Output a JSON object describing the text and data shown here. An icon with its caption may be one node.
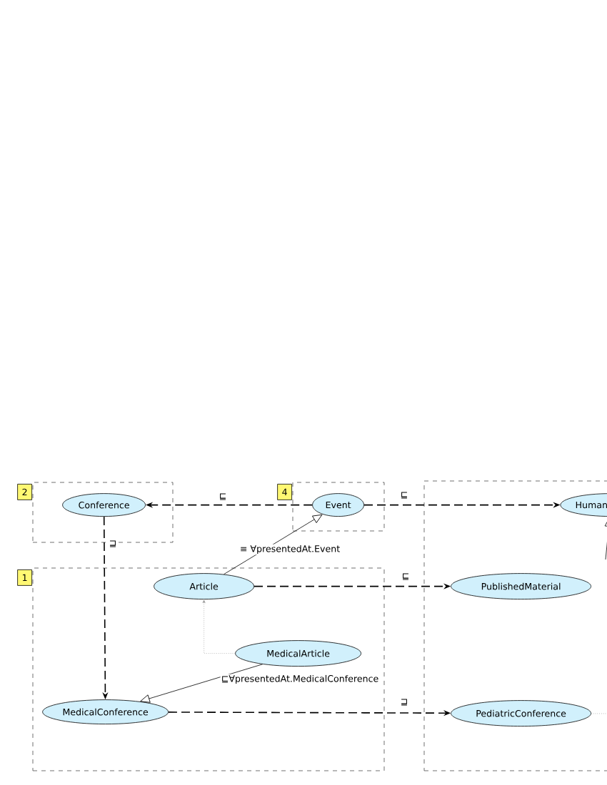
{
  "diagram": {
    "nodes": [
      {
        "text": [
          "2"
        ]
      },
      {
        "text": [
          "Conference"
        ],
        "in": 0
      },
      {
        "text": [
          "4"
        ]
      },
      {
        "text": [
          "Event"
        ],
        "in": 2
      },
      {
        "text": [
          "1"
        ]
      },
      {
        "text": [
          "Article"
        ],
        "in": 4
      },
      {
        "text": [
          "MedicalArticle"
        ],
        "in": 4
      },
      {
        "text": [
          "MedicalConference"
        ],
        "in": 4
      },
      {
        "text": [],
        "shape": "box"
      },
      {
        "text": [
          "Human"
        ],
        "in": 8
      },
      {
        "text": [
          "PublishedMaterial"
        ],
        "in": 8
      },
      {
        "text": [
          "PediatricConference"
        ],
        "in": 8
      }
    ],
    "edges": [
      {
        "from": 3,
        "to": 1,
        "arrow": "to",
        "style": "dashed",
        "label": "⊑"
      },
      {
        "from": 3,
        "to": 9,
        "arrow": "to",
        "style": "dashed",
        "label": "⊑"
      },
      {
        "from": 1,
        "to": 7,
        "arrow": "to",
        "style": "dashed",
        "label": "⊒"
      },
      {
        "from": 5,
        "to": 3,
        "arrow": "to",
        "label": "≡ ∀presentedAt.Event"
      },
      {
        "from": 5,
        "to": 10,
        "arrow": "to",
        "style": "dashed",
        "label": "⊑"
      },
      {
        "from": 6,
        "to": 5,
        "arrow": "to",
        "style": "dashed",
        "color": "#999999"
      },
      {
        "from": 6,
        "to": 7,
        "arrow": "to",
        "label": "⊑∀presentedAt.MedicalConference"
      },
      {
        "from": 7,
        "to": 11,
        "arrow": "to",
        "style": "dashed",
        "label": "⊒"
      },
      {
        "from": 11,
        "to": null,
        "arrow": "none",
        "style": "dashed",
        "color": "#999999"
      },
      {
        "from": null,
        "to": 9,
        "arrow": "to"
      }
    ]
  }
}
